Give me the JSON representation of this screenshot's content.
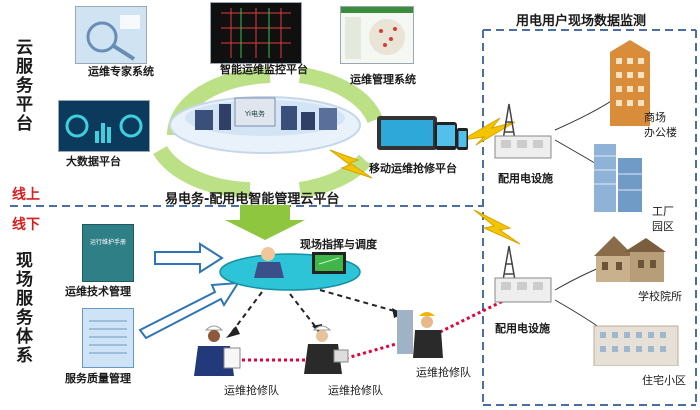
{
  "side": {
    "cloud": "云服务平台",
    "onsite": "现场服务体系",
    "online": "线上",
    "offline": "线下"
  },
  "cloud": {
    "platform_title": "易电务-配用电智能管理云平台",
    "expert": "运维专家系统",
    "monitor": "智能运维监控平台",
    "mgmt": "运维管理系统",
    "bigdata": "大数据平台",
    "mobile": "移动运维抢修平台",
    "screen_text": "Yi电务"
  },
  "onsite": {
    "command": "现场指挥与调度",
    "tech_mgmt": "运维技术管理",
    "service_mgmt": "服务质量管理",
    "team": "运维抢修队",
    "book_text": "运行维护手册"
  },
  "right": {
    "title": "用电用户现场数据监测",
    "device": "配用电设施",
    "office": "商场\n办公楼",
    "factory": "工厂\n园区",
    "school": "学校院所",
    "residential": "住宅小区"
  },
  "colors": {
    "accent_green": "#8ec63f",
    "arrow_blue": "#2e75b6",
    "line_red": "#e8003a",
    "dash": "#5a7fb0",
    "bolt": "#f5c400"
  }
}
